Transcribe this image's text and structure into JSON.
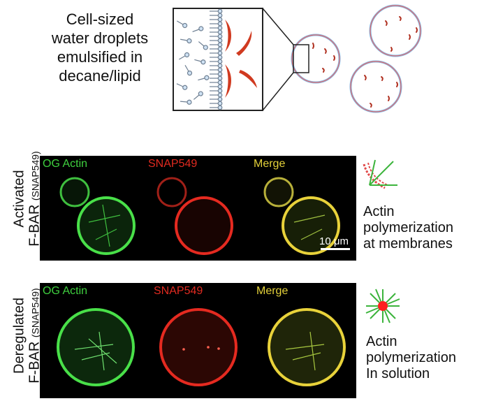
{
  "schematic": {
    "description_lines": [
      "Cell-sized",
      "water droplets",
      "emulsified in",
      "decane/lipid"
    ]
  },
  "rows": [
    {
      "label": "Activated",
      "sublabel_main": "F-BAR",
      "sublabel_detail": "(SNAP549)",
      "channels": [
        "OG Actin",
        "SNAP549",
        "Merge"
      ],
      "scale_bar": "10 μm",
      "side_text": [
        "Actin",
        "polymerization",
        "at membranes"
      ]
    },
    {
      "label": "Deregulated",
      "sublabel_main": "F-BAR",
      "sublabel_detail": "(SNAP549)",
      "channels": [
        "OG Actin",
        "SNAP549",
        "Merge"
      ],
      "side_text": [
        "Actin",
        "polymerization",
        "In solution"
      ]
    }
  ],
  "colors": {
    "green_channel": "#3fd13f",
    "red_channel": "#e12a20",
    "merge_channel": "#d9c53a",
    "droplet_outline": "#e06a6a",
    "droplet_inner": "#7fb7e6",
    "fbar_protein": "#d03a20"
  }
}
